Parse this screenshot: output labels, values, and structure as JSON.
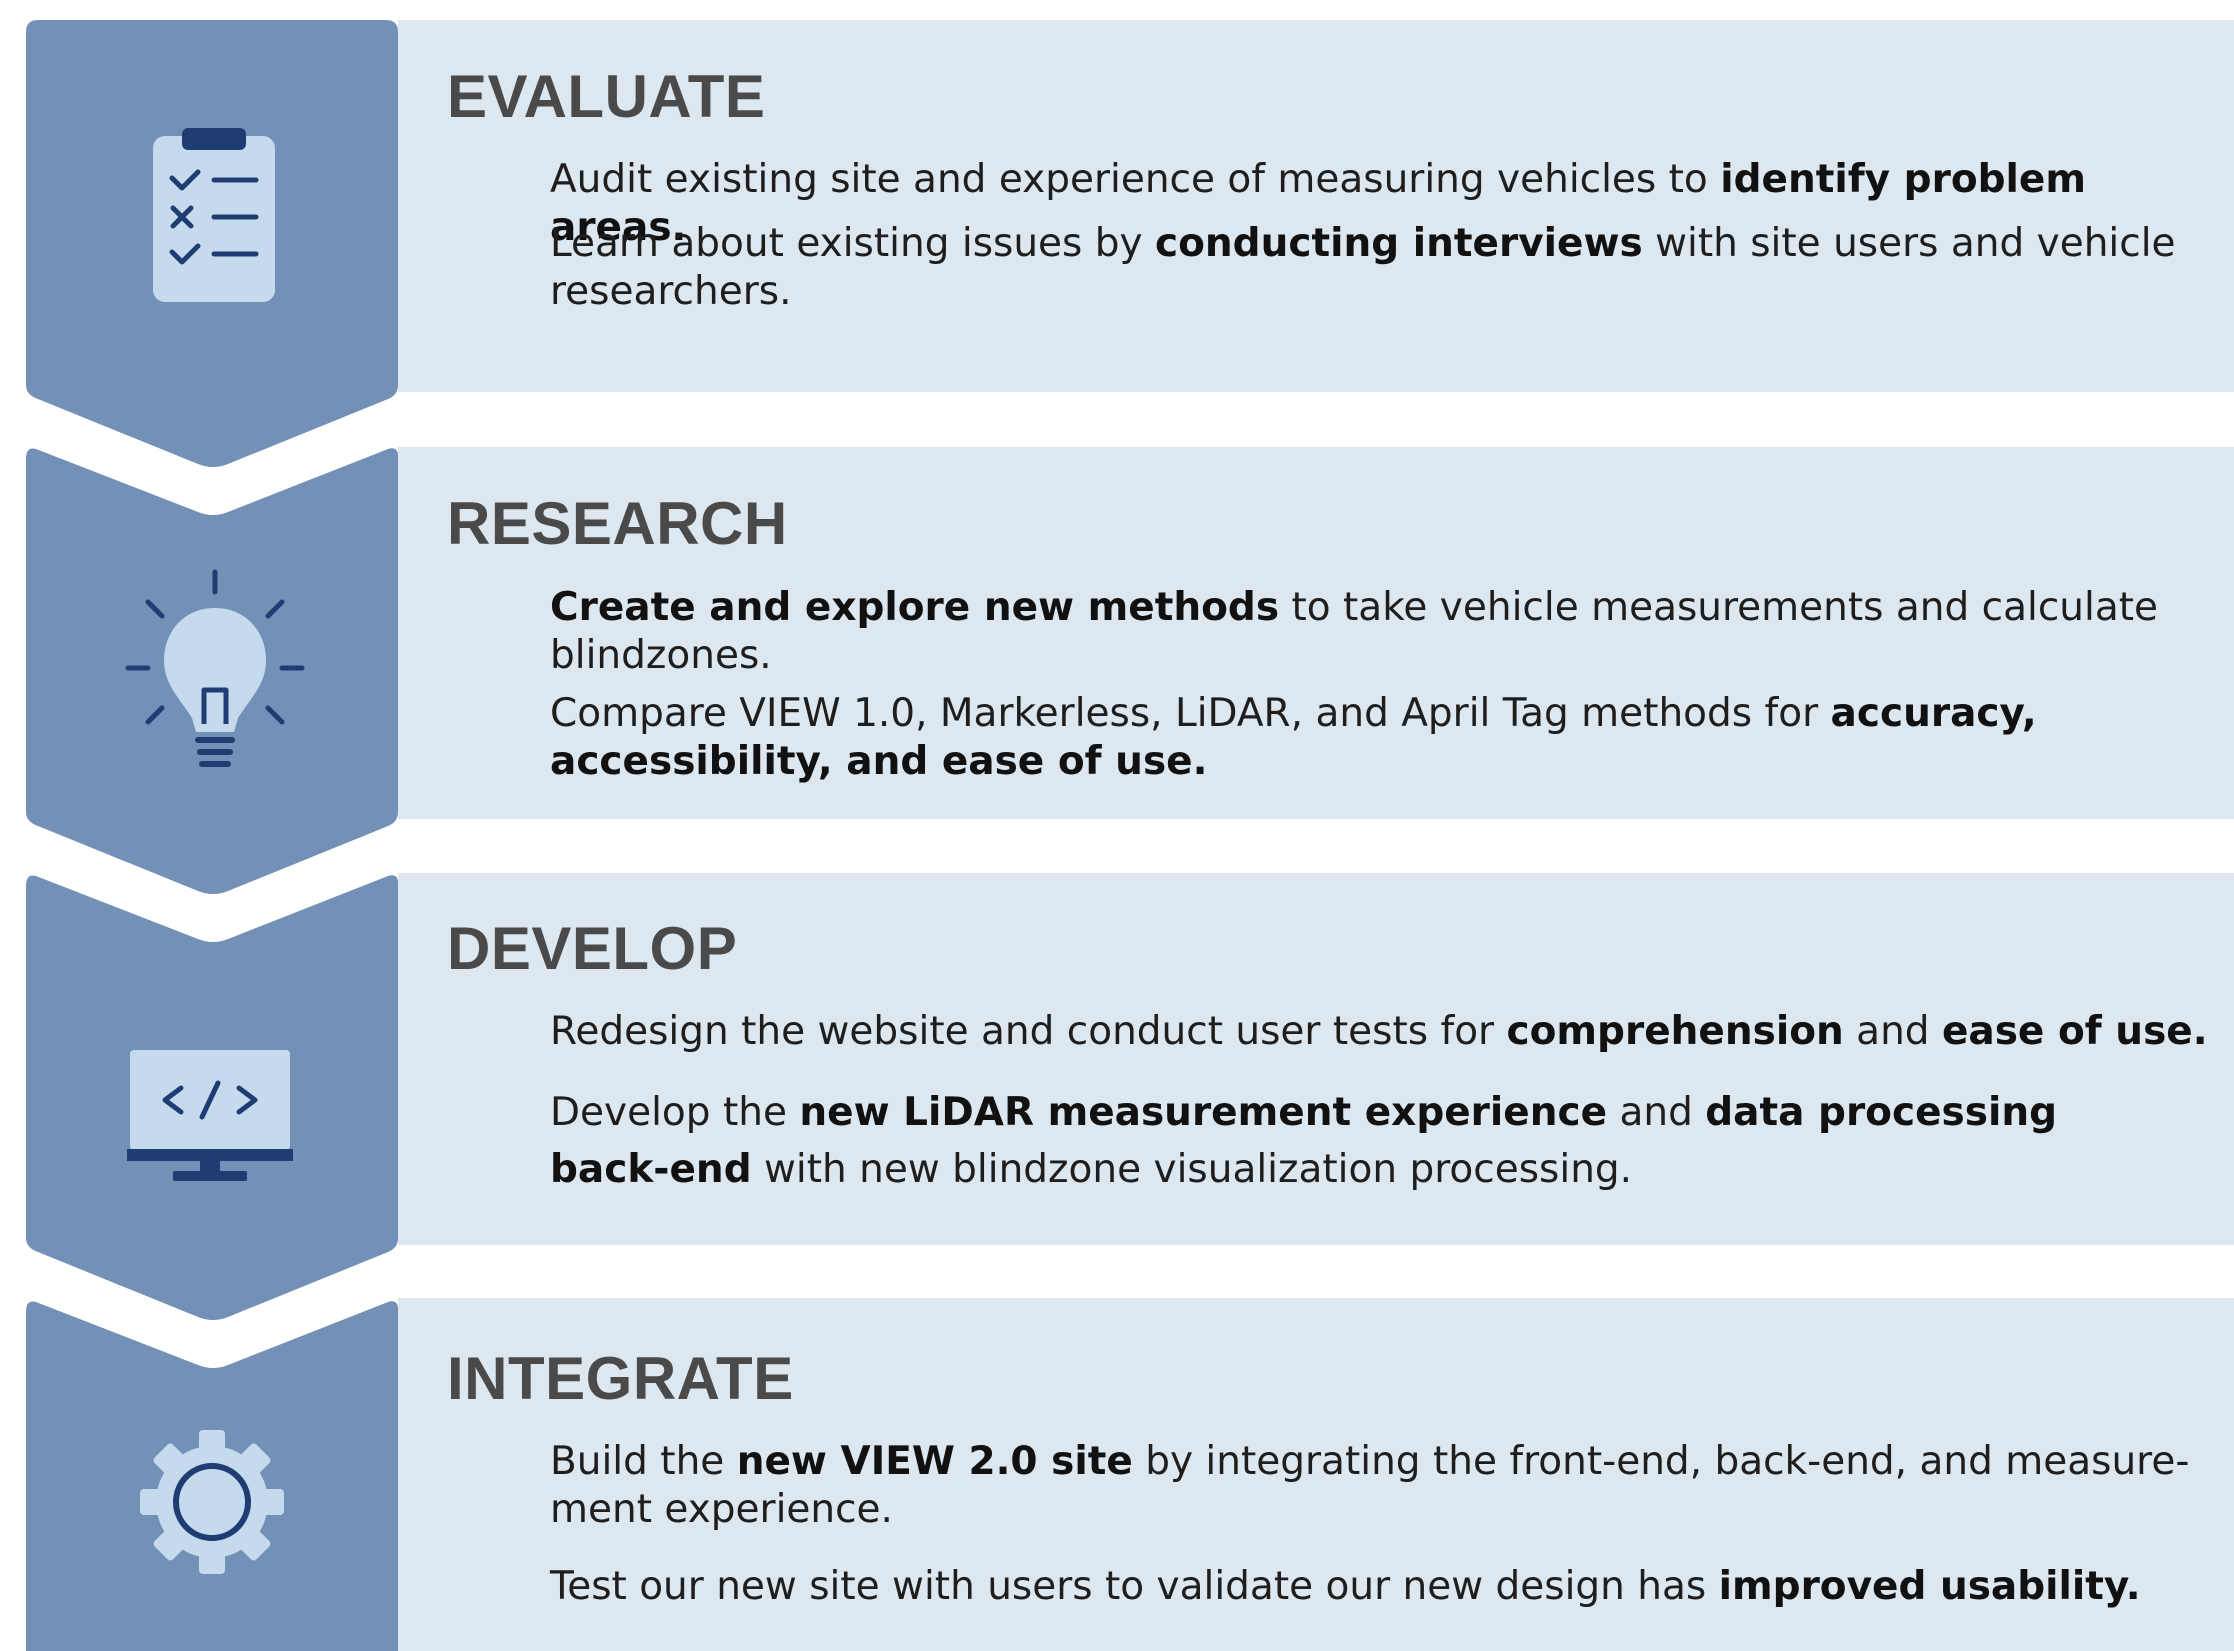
{
  "colors": {
    "chevron": "#7390b6",
    "panel": "#dde7ef",
    "icon_light": "#c5dbed",
    "icon_dark": "#1f3d73",
    "title": "#4a4a4a"
  },
  "stages": [
    {
      "title": "EVALUATE",
      "icon": "clipboard-checklist-icon",
      "paragraphs": [
        [
          {
            "text": "Audit existing site and experience of measuring vehicles to ",
            "bold": false
          },
          {
            "text": "identify problem areas.",
            "bold": true
          }
        ],
        [
          {
            "text": "Learn about existing issues by ",
            "bold": false
          },
          {
            "text": "conducting interviews",
            "bold": true
          },
          {
            "text": " with site users and vehicle researchers.",
            "bold": false
          }
        ]
      ]
    },
    {
      "title": "RESEARCH",
      "icon": "lightbulb-icon",
      "paragraphs": [
        [
          {
            "text": "Create and explore new methods",
            "bold": true
          },
          {
            "text": " to take vehicle measurements and calculate blindzones.",
            "bold": false
          }
        ],
        [
          {
            "text": "Compare VIEW 1.0, Markerless, LiDAR, and April Tag methods for ",
            "bold": false
          },
          {
            "text": "accuracy, accessibility, and ease of use.",
            "bold": true
          }
        ]
      ]
    },
    {
      "title": "DEVELOP",
      "icon": "monitor-code-icon",
      "paragraphs": [
        [
          {
            "text": "Redesign the website and conduct user tests for ",
            "bold": false
          },
          {
            "text": "comprehension",
            "bold": true
          },
          {
            "text": " and ",
            "bold": false
          },
          {
            "text": "ease of use.",
            "bold": true
          }
        ],
        [
          {
            "text": "Develop the ",
            "bold": false
          },
          {
            "text": "new LiDAR measurement experience",
            "bold": true
          },
          {
            "text": " and ",
            "bold": false
          },
          {
            "text": "data processing back-end",
            "bold": true
          },
          {
            "text": " with new blindzone visualization processing.",
            "bold": false
          }
        ]
      ]
    },
    {
      "title": "INTEGRATE",
      "icon": "gear-icon",
      "paragraphs": [
        [
          {
            "text": "Build the ",
            "bold": false
          },
          {
            "text": "new VIEW 2.0 site",
            "bold": true
          },
          {
            "text": " by integrating the front-end, back-end, and measure-ment experience.",
            "bold": false
          }
        ],
        [
          {
            "text": "Test our new site with users to validate our new design has ",
            "bold": false
          },
          {
            "text": "improved usability.",
            "bold": true
          }
        ]
      ]
    }
  ]
}
